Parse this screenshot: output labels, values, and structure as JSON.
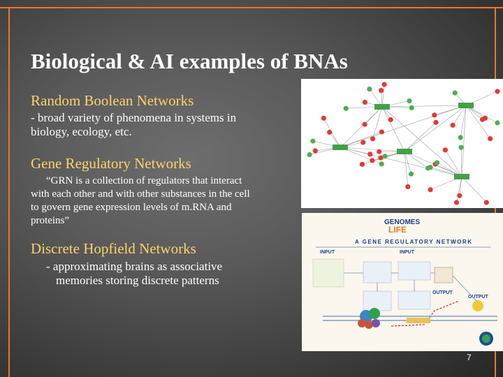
{
  "slide": {
    "title": "Biological & AI examples of BNAs",
    "page_number": "7",
    "accent_color": "#e8782a",
    "heading_color": "#ffd36a"
  },
  "sections": [
    {
      "heading": "Random Boolean Networks",
      "description_lines": [
        "- broad variety of phenomena in systems in",
        "biology, ecology, etc."
      ]
    },
    {
      "heading": "Gene Regulatory Networks",
      "description_lines": [
        "“GRN is a collection of regulators that interact",
        "with each other and with other substances in the cell",
        "to  govern gene expression levels of m.RNA and",
        "proteins”"
      ]
    },
    {
      "heading": "Discrete Hopfield Networks",
      "description_lines": [
        "- approximating brains as associative",
        "memories storing discrete patterns"
      ]
    }
  ],
  "grn_figure": {
    "logo_top": "GENOMES",
    "logo_bottom": "LIFE",
    "banner": "A GENE REGULATORY NETWORK",
    "input_label_left": "INPUT",
    "input_label_right": "INPUT",
    "output_label_mid": "OUTPUT",
    "output_label_right": "OUTPUT"
  }
}
